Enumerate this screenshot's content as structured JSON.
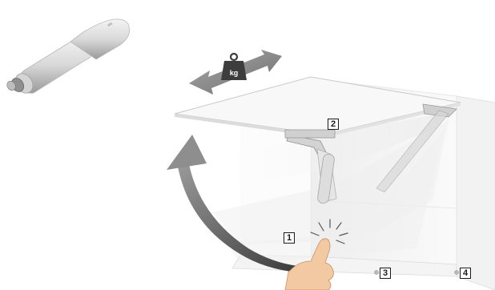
{
  "weight_icon": {
    "label": "kg",
    "icon": "weight-icon"
  },
  "callouts": [
    {
      "label": "1"
    },
    {
      "label": "2"
    },
    {
      "label": "3"
    },
    {
      "label": "4"
    }
  ],
  "colors": {
    "cabinet": "#f7f7f7",
    "cabinet_edge": "#d8d8d8",
    "arrow": "#4a4a4a",
    "weight": "#3d3d3d",
    "callout_border": "#1a1a1a",
    "skin": "#f3c9a4"
  }
}
